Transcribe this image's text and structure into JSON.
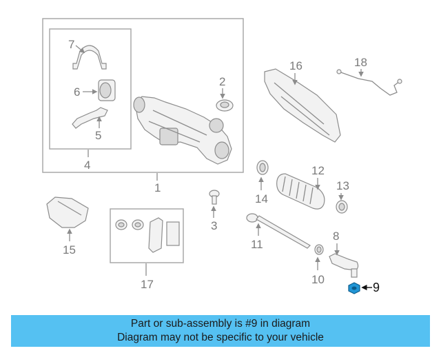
{
  "diagram": {
    "labels": {
      "p1": "1",
      "p2": "2",
      "p3": "3",
      "p4": "4",
      "p5": "5",
      "p6": "6",
      "p7": "7",
      "p8": "8",
      "p9": "9",
      "p10": "10",
      "p11": "11",
      "p12": "12",
      "p13": "13",
      "p14": "14",
      "p15": "15",
      "p16": "16",
      "p17": "17",
      "p18": "18"
    },
    "highlight_part": "9",
    "colors": {
      "highlight": "#2196d6",
      "line": "#8c8c8c",
      "caption_bg": "#55c1f2"
    }
  },
  "caption": {
    "line1": "Part or sub-assembly is #9 in diagram",
    "line2": "Diagram may not be specific to your vehicle"
  }
}
